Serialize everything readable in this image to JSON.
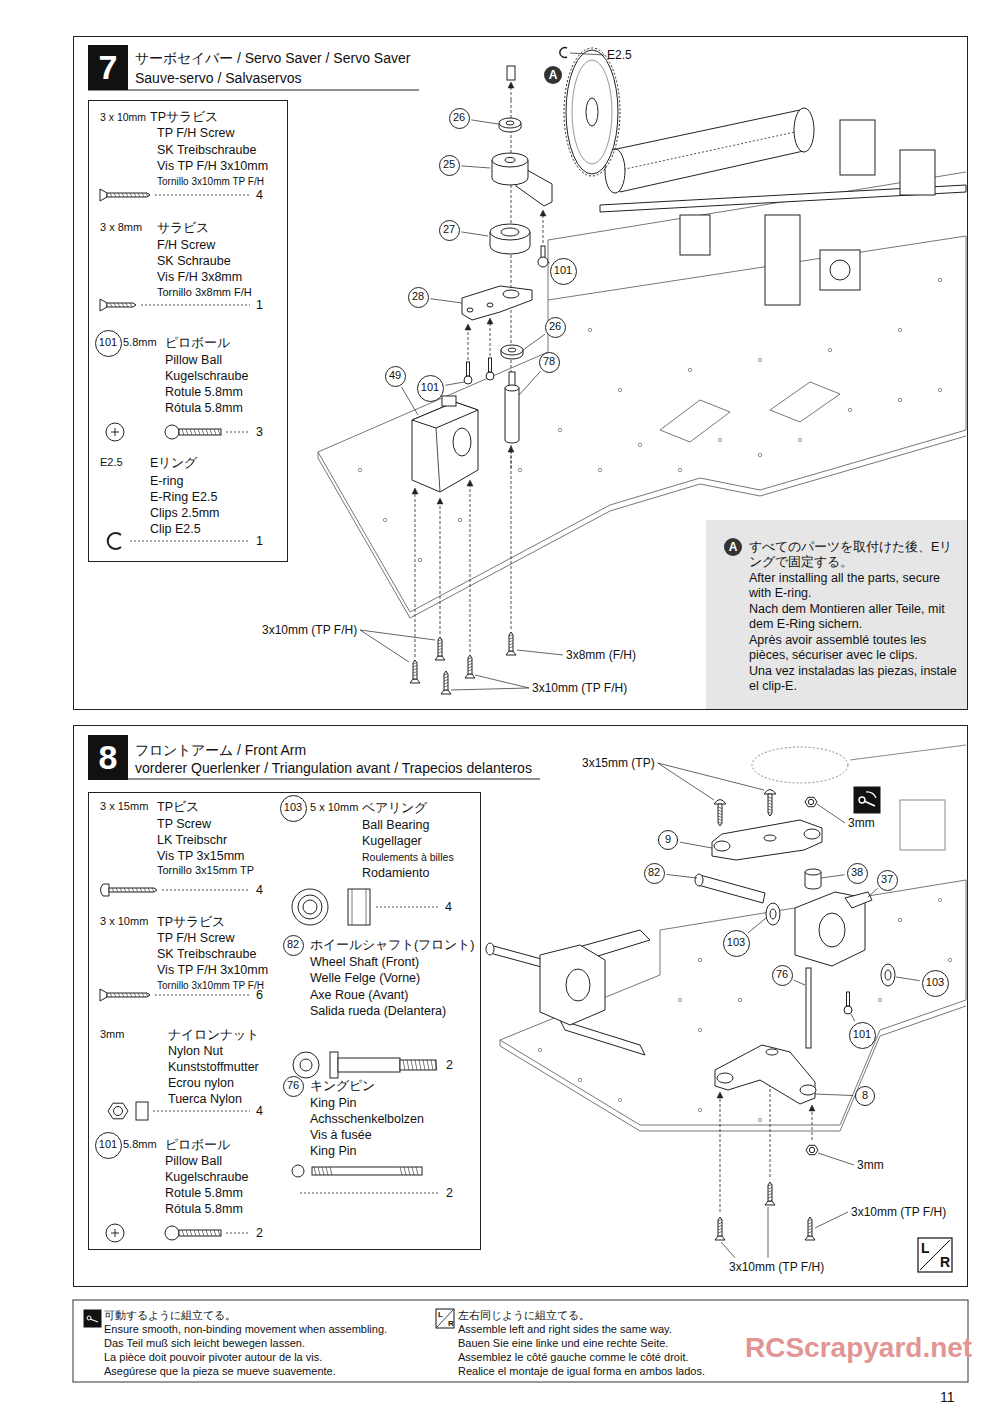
{
  "diagram": {
    "nodes": [
      {
        "text": [
          "サーボセイバー / Servo Saver / Servo Saver",
          "Sauve-servo / Salvaservos"
        ]
      },
      {
        "text": [
          "7"
        ],
        "in": 0
      },
      {
        "text": [
          "3 x 10mm",
          "TPサラビス",
          "TP F/H Screw",
          "SK Treibschraube",
          "Vis TP F/H 3x10mm",
          "Tornillo 3x10mm TP F/H",
          "4",
          "3 x 8mm",
          "サラビス",
          "F/H Screw",
          "SK Schraube",
          "Vis F/H 3x8mm",
          "Tornillo 3x8mm F/H",
          "1",
          "5.8mm",
          "ピロボール",
          "Pillow Ball",
          "Kugelschraube",
          "Rotule 5.8mm",
          "Rótula 5.8mm",
          "3",
          "E2.5",
          "Eリング",
          "E-ring",
          "E-Ring E2.5",
          "Clips 2.5mm",
          "Clip E2.5",
          "1"
        ],
        "in": 0
      },
      {
        "text": [
          "101"
        ],
        "in": 2
      },
      {
        "text": [
          "A"
        ],
        "in": 0
      },
      {
        "text": [
          "26"
        ],
        "in": 0
      },
      {
        "text": [
          "25"
        ],
        "in": 0
      },
      {
        "text": [
          "27"
        ],
        "in": 0
      },
      {
        "text": [
          "101"
        ],
        "in": 0
      },
      {
        "text": [
          "28"
        ],
        "in": 0
      },
      {
        "text": [
          "26"
        ],
        "in": 0
      },
      {
        "text": [
          "78"
        ],
        "in": 0
      },
      {
        "text": [
          "101"
        ],
        "in": 0
      },
      {
        "text": [
          "49"
        ],
        "in": 0
      },
      {
        "text": [
          "すべてのパーツを取付けた後、Eリングで固定する。",
          "After installing all the parts, secure with E-ring.",
          "Nach dem Montieren aller Teile, mit dem E-Ring sichern.",
          "Après avoir assemblé toutes les pièces, sécuriser avec le clips.",
          "Una vez instaladas las piezas, instale el clip-E."
        ],
        "in": 0
      },
      {
        "text": [
          "A"
        ],
        "in": 14
      },
      {
        "text": [
          "フロントアーム / Front Arm",
          "vorderer Querlenker / Triangulation avant / Trapecios delanteros"
        ]
      },
      {
        "text": [
          "8"
        ],
        "in": 16
      },
      {
        "text": [
          "3 x 15mm",
          "TPビス",
          "TP Screw",
          "LK Treibschr",
          "Vis TP 3x15mm",
          "Tornillo 3x15mm TP",
          "4",
          "3 x 10mm",
          "TPサラビス",
          "TP F/H Screw",
          "SK Treibschraube",
          "Vis TP F/H 3x10mm",
          "Tornillo 3x10mm TP F/H",
          "6",
          "3mm",
          "ナイロンナット",
          "Nylon Nut",
          "Kunststoffmutter",
          "Ecrou nylon",
          "Tuerca Nylon",
          "4",
          "5.8mm",
          "ピロボール",
          "Pillow Ball",
          "Kugelschraube",
          "Rotule 5.8mm",
          "Rótula 5.8mm",
          "2",
          "5 x 10mm",
          "ベアリング",
          "Ball Bearing",
          "Kugellager",
          "Roulements à billes",
          "Rodamiento",
          "4",
          "ホイールシャフト(フロント)",
          "Wheel Shaft (Front)",
          "Welle Felge (Vorne)",
          "Axe Roue (Avant)",
          "Salida rueda (Delantera)",
          "2",
          "キングピン",
          "King Pin",
          "Achsschenkelbolzen",
          "Vis à fusée",
          "King Pin",
          "2"
        ],
        "in": 16
      },
      {
        "text": [
          "101"
        ],
        "in": 18
      },
      {
        "text": [
          "103"
        ],
        "in": 18
      },
      {
        "text": [
          "82"
        ],
        "in": 18
      },
      {
        "text": [
          "76"
        ],
        "in": 18
      },
      {
        "text": [
          "9"
        ],
        "in": 16
      },
      {
        "text": [
          "82"
        ],
        "in": 16
      },
      {
        "text": [
          "38"
        ],
        "in": 16
      },
      {
        "text": [
          "37"
        ],
        "in": 16
      },
      {
        "text": [
          "103"
        ],
        "in": 16
      },
      {
        "text": [
          "103"
        ],
        "in": 16
      },
      {
        "text": [
          "76"
        ],
        "in": 16
      },
      {
        "text": [
          "101"
        ],
        "in": 16
      },
      {
        "text": [
          "8"
        ],
        "in": 16
      }
    ],
    "labels": [
      "E2.5",
      "3x10mm (TP F/H)",
      "3x8mm (F/H)",
      "3x10mm (TP F/H)",
      "3x15mm (TP)",
      "3mm",
      "3mm",
      "3x10mm (TP F/H)",
      "3x10mm (TP F/H)",
      "L",
      "R",
      "L",
      "R",
      "RCScrapyard.net",
      "11"
    ],
    "legend": [
      {
        "text": "可動するように組立てる。"
      },
      {
        "text": "Ensure smooth, non-binding movement when assembling."
      },
      {
        "text": "Das Teil muß sich leicht bewegen lassen."
      },
      {
        "text": "La pièce doit pouvoir pivoter autour de la vis."
      },
      {
        "text": "Asegúrese que la pieza se mueve suavemente."
      },
      {
        "text": "左右同じように組立てる。"
      },
      {
        "text": "Assemble left and right sides the same way."
      },
      {
        "text": "Bauen Sie eine linke und eine rechte Seite."
      },
      {
        "text": "Assemblez le côté gauche comme le côté droit."
      },
      {
        "text": "Realice el montaje de igual forma en ambos lados."
      }
    ]
  }
}
